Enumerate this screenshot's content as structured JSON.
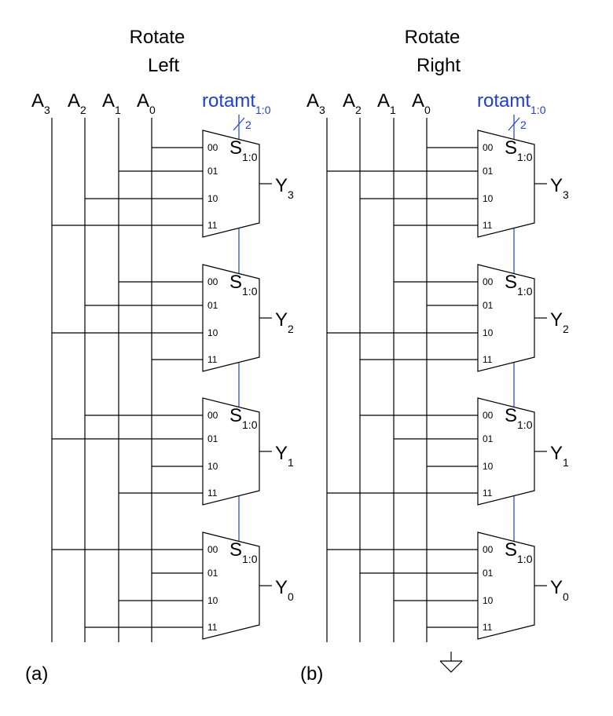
{
  "colors": {
    "wire": "#000000",
    "select": "#1f3fd0"
  },
  "panels": [
    {
      "id": "a",
      "title_line1": "Rotate",
      "title_line2": "Left",
      "caption": "(a)",
      "inputs": [
        {
          "base": "A",
          "sub": "3"
        },
        {
          "base": "A",
          "sub": "2"
        },
        {
          "base": "A",
          "sub": "1"
        },
        {
          "base": "A",
          "sub": "0"
        }
      ],
      "control": {
        "base": "rotamt",
        "sub": "1:0",
        "width": "2"
      },
      "muxes": [
        {
          "out_base": "Y",
          "out_sub": "3",
          "sel_base": "S",
          "sel_sub": "1:0",
          "pins": [
            "00",
            "01",
            "10",
            "11"
          ],
          "sources": [
            3,
            2,
            1,
            0
          ]
        },
        {
          "out_base": "Y",
          "out_sub": "2",
          "sel_base": "S",
          "sel_sub": "1:0",
          "pins": [
            "00",
            "01",
            "10",
            "11"
          ],
          "sources": [
            2,
            1,
            0,
            3
          ]
        },
        {
          "out_base": "Y",
          "out_sub": "1",
          "sel_base": "S",
          "sel_sub": "1:0",
          "pins": [
            "00",
            "01",
            "10",
            "11"
          ],
          "sources": [
            1,
            0,
            3,
            2
          ]
        },
        {
          "out_base": "Y",
          "out_sub": "0",
          "sel_base": "S",
          "sel_sub": "1:0",
          "pins": [
            "00",
            "01",
            "10",
            "11"
          ],
          "sources": [
            0,
            3,
            2,
            1
          ]
        }
      ],
      "ground": false
    },
    {
      "id": "b",
      "title_line1": "Rotate",
      "title_line2": "Right",
      "caption": "(b)",
      "inputs": [
        {
          "base": "A",
          "sub": "3"
        },
        {
          "base": "A",
          "sub": "2"
        },
        {
          "base": "A",
          "sub": "1"
        },
        {
          "base": "A",
          "sub": "0"
        }
      ],
      "control": {
        "base": "rotamt",
        "sub": "1:0",
        "width": "2"
      },
      "muxes": [
        {
          "out_base": "Y",
          "out_sub": "3",
          "sel_base": "S",
          "sel_sub": "1:0",
          "pins": [
            "00",
            "01",
            "10",
            "11"
          ],
          "sources": [
            3,
            0,
            1,
            2
          ]
        },
        {
          "out_base": "Y",
          "out_sub": "2",
          "sel_base": "S",
          "sel_sub": "1:0",
          "pins": [
            "00",
            "01",
            "10",
            "11"
          ],
          "sources": [
            2,
            3,
            0,
            1
          ]
        },
        {
          "out_base": "Y",
          "out_sub": "1",
          "sel_base": "S",
          "sel_sub": "1:0",
          "pins": [
            "00",
            "01",
            "10",
            "11"
          ],
          "sources": [
            1,
            2,
            3,
            0
          ]
        },
        {
          "out_base": "Y",
          "out_sub": "0",
          "sel_base": "S",
          "sel_sub": "1:0",
          "pins": [
            "00",
            "01",
            "10",
            "11"
          ],
          "sources": [
            0,
            1,
            2,
            3
          ]
        }
      ],
      "ground": true
    }
  ]
}
